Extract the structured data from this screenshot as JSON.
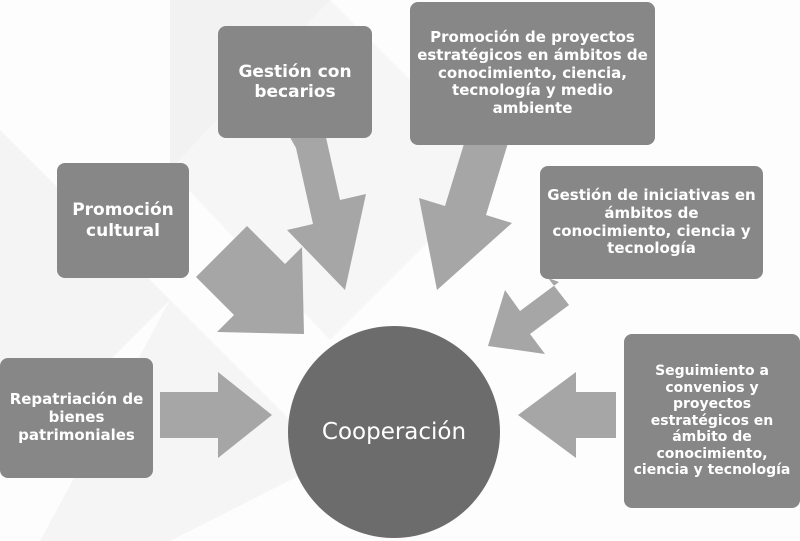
{
  "center": {
    "label": "Cooperación"
  },
  "nodes": {
    "cultural": {
      "label": "Promoción cultural"
    },
    "becarios": {
      "label": "Gestión con becarios"
    },
    "proyectos": {
      "label": "Promoción de proyectos estratégicos en ámbitos de conocimiento, ciencia, tecnología y medio ambiente"
    },
    "iniciativas": {
      "label": "Gestión de iniciativas en ámbitos de conocimiento, ciencia y tecnología"
    },
    "repatriacion": {
      "label": "Repatriación de bienes patrimoniales"
    },
    "seguimiento": {
      "label": "Seguimiento a convenios y proyectos estratégicos en ámbito de conocimiento, ciencia y tecnología"
    }
  },
  "colors": {
    "box_fill": "#878787",
    "arrow_fill": "#a6a6a6",
    "center_fill": "#6c6c6c",
    "text": "#ffffff"
  }
}
